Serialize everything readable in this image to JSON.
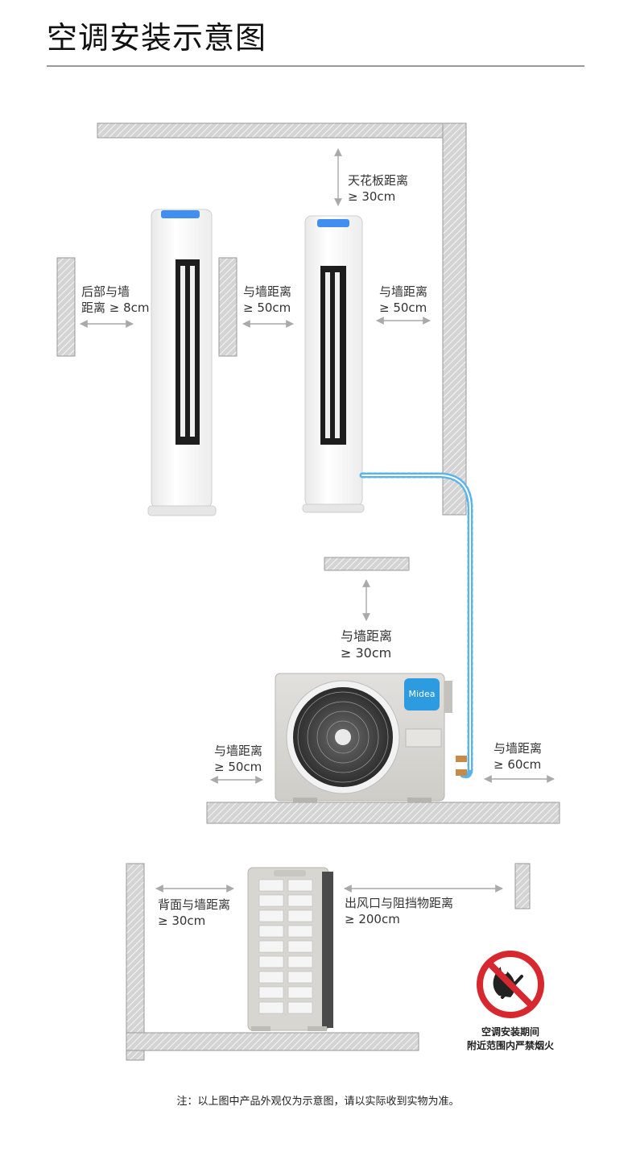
{
  "title": "空调安装示意图",
  "labels": {
    "ceiling_line1": "天花板距离",
    "ceiling_line2": "≥ 30cm",
    "rear_line1": "后部与墙",
    "rear_line2": "距离 ≥ 8cm",
    "side_left_line1": "与墙距离",
    "side_left_line2": "≥ 50cm",
    "side_right_line1": "与墙距离",
    "side_right_line2": "≥ 50cm",
    "outdoor_top_line1": "与墙距离",
    "outdoor_top_line2": "≥ 30cm",
    "outdoor_left_line1": "与墙距离",
    "outdoor_left_line2": "≥ 50cm",
    "outdoor_right_line1": "与墙距离",
    "outdoor_right_line2": "≥ 60cm",
    "back_line1": "背面与墙距离",
    "back_line2": "≥ 30cm",
    "outlet_line1": "出风口与阻挡物距离",
    "outlet_line2": "≥ 200cm"
  },
  "brand_logo": "Midea",
  "warning": {
    "line1": "空调安装期间",
    "line2": "附近范围内严禁烟火",
    "icon": "no-fire-icon"
  },
  "note": "注：以上图中产品外观仅为示意图，请以实际收到实物为准。",
  "colors": {
    "pipe": "#5ab4e8",
    "wall": "#cfcfcf",
    "wall_edge": "#9a9a9a",
    "arrow": "#a9a9a9",
    "unit_body": "#d6d4cf",
    "led": "#3f8ef0",
    "prohibit_red": "#d7282f",
    "brand_blue": "#2d9be0"
  }
}
